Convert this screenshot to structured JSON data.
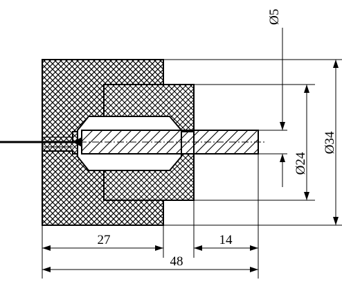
{
  "drawing": {
    "dimensions": {
      "outer_length": "48",
      "left_block_length": "27",
      "right_inner_length": "14",
      "wire_diameter": "Ø5",
      "inner_diameter": "Ø24",
      "outer_diameter": "Ø34"
    },
    "colors": {
      "line": "#000000",
      "background": "#ffffff"
    }
  }
}
